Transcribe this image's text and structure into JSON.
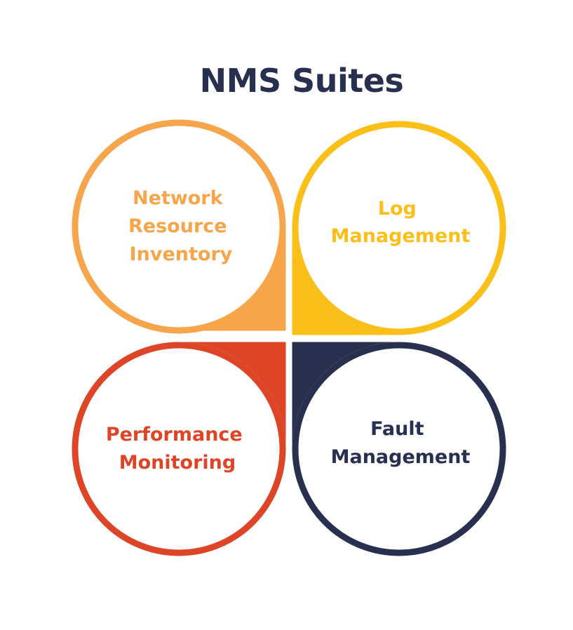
{
  "title": "NMS Suites",
  "quadrants": [
    {
      "id": "top-left",
      "lines": [
        "Network",
        "Resource",
        "Inventory"
      ],
      "color": "#f7a54b"
    },
    {
      "id": "top-right",
      "lines": [
        "Log",
        "Management"
      ],
      "color": "#fbbf1a"
    },
    {
      "id": "bottom-left",
      "lines": [
        "Performance",
        "Monitoring"
      ],
      "color": "#de4527"
    },
    {
      "id": "bottom-right",
      "lines": [
        "Fault",
        "Management"
      ],
      "color": "#29304f"
    }
  ]
}
